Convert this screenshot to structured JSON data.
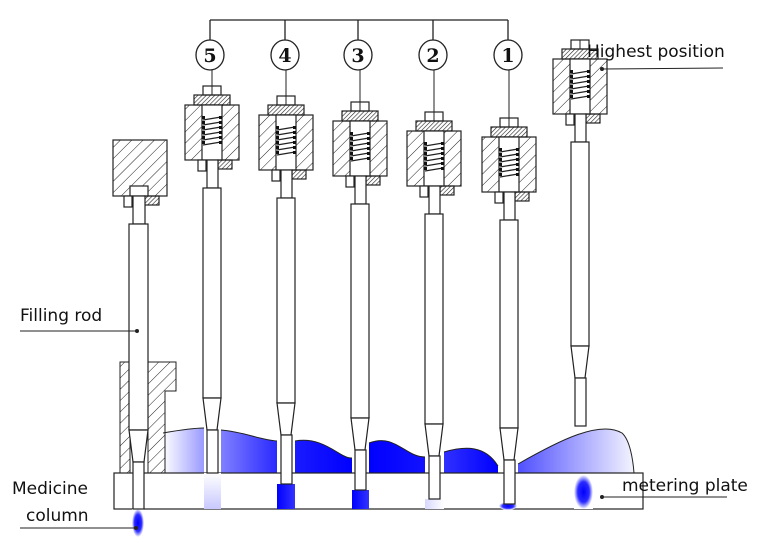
{
  "labels": {
    "highest_position": "Highest position",
    "filling_rod": "Filling rod",
    "medicine_line1": "Medicine",
    "medicine_line2": "column",
    "metering_plate": "metering plate"
  },
  "stations": [
    {
      "number": "5",
      "fill": 0.15
    },
    {
      "number": "4",
      "fill": 0.45
    },
    {
      "number": "3",
      "fill": 0.55
    },
    {
      "number": "2",
      "fill": 0.25
    },
    {
      "number": "1",
      "fill": 0.1
    }
  ],
  "colors": {
    "medicine": "#0000ff",
    "line": "#111111"
  }
}
